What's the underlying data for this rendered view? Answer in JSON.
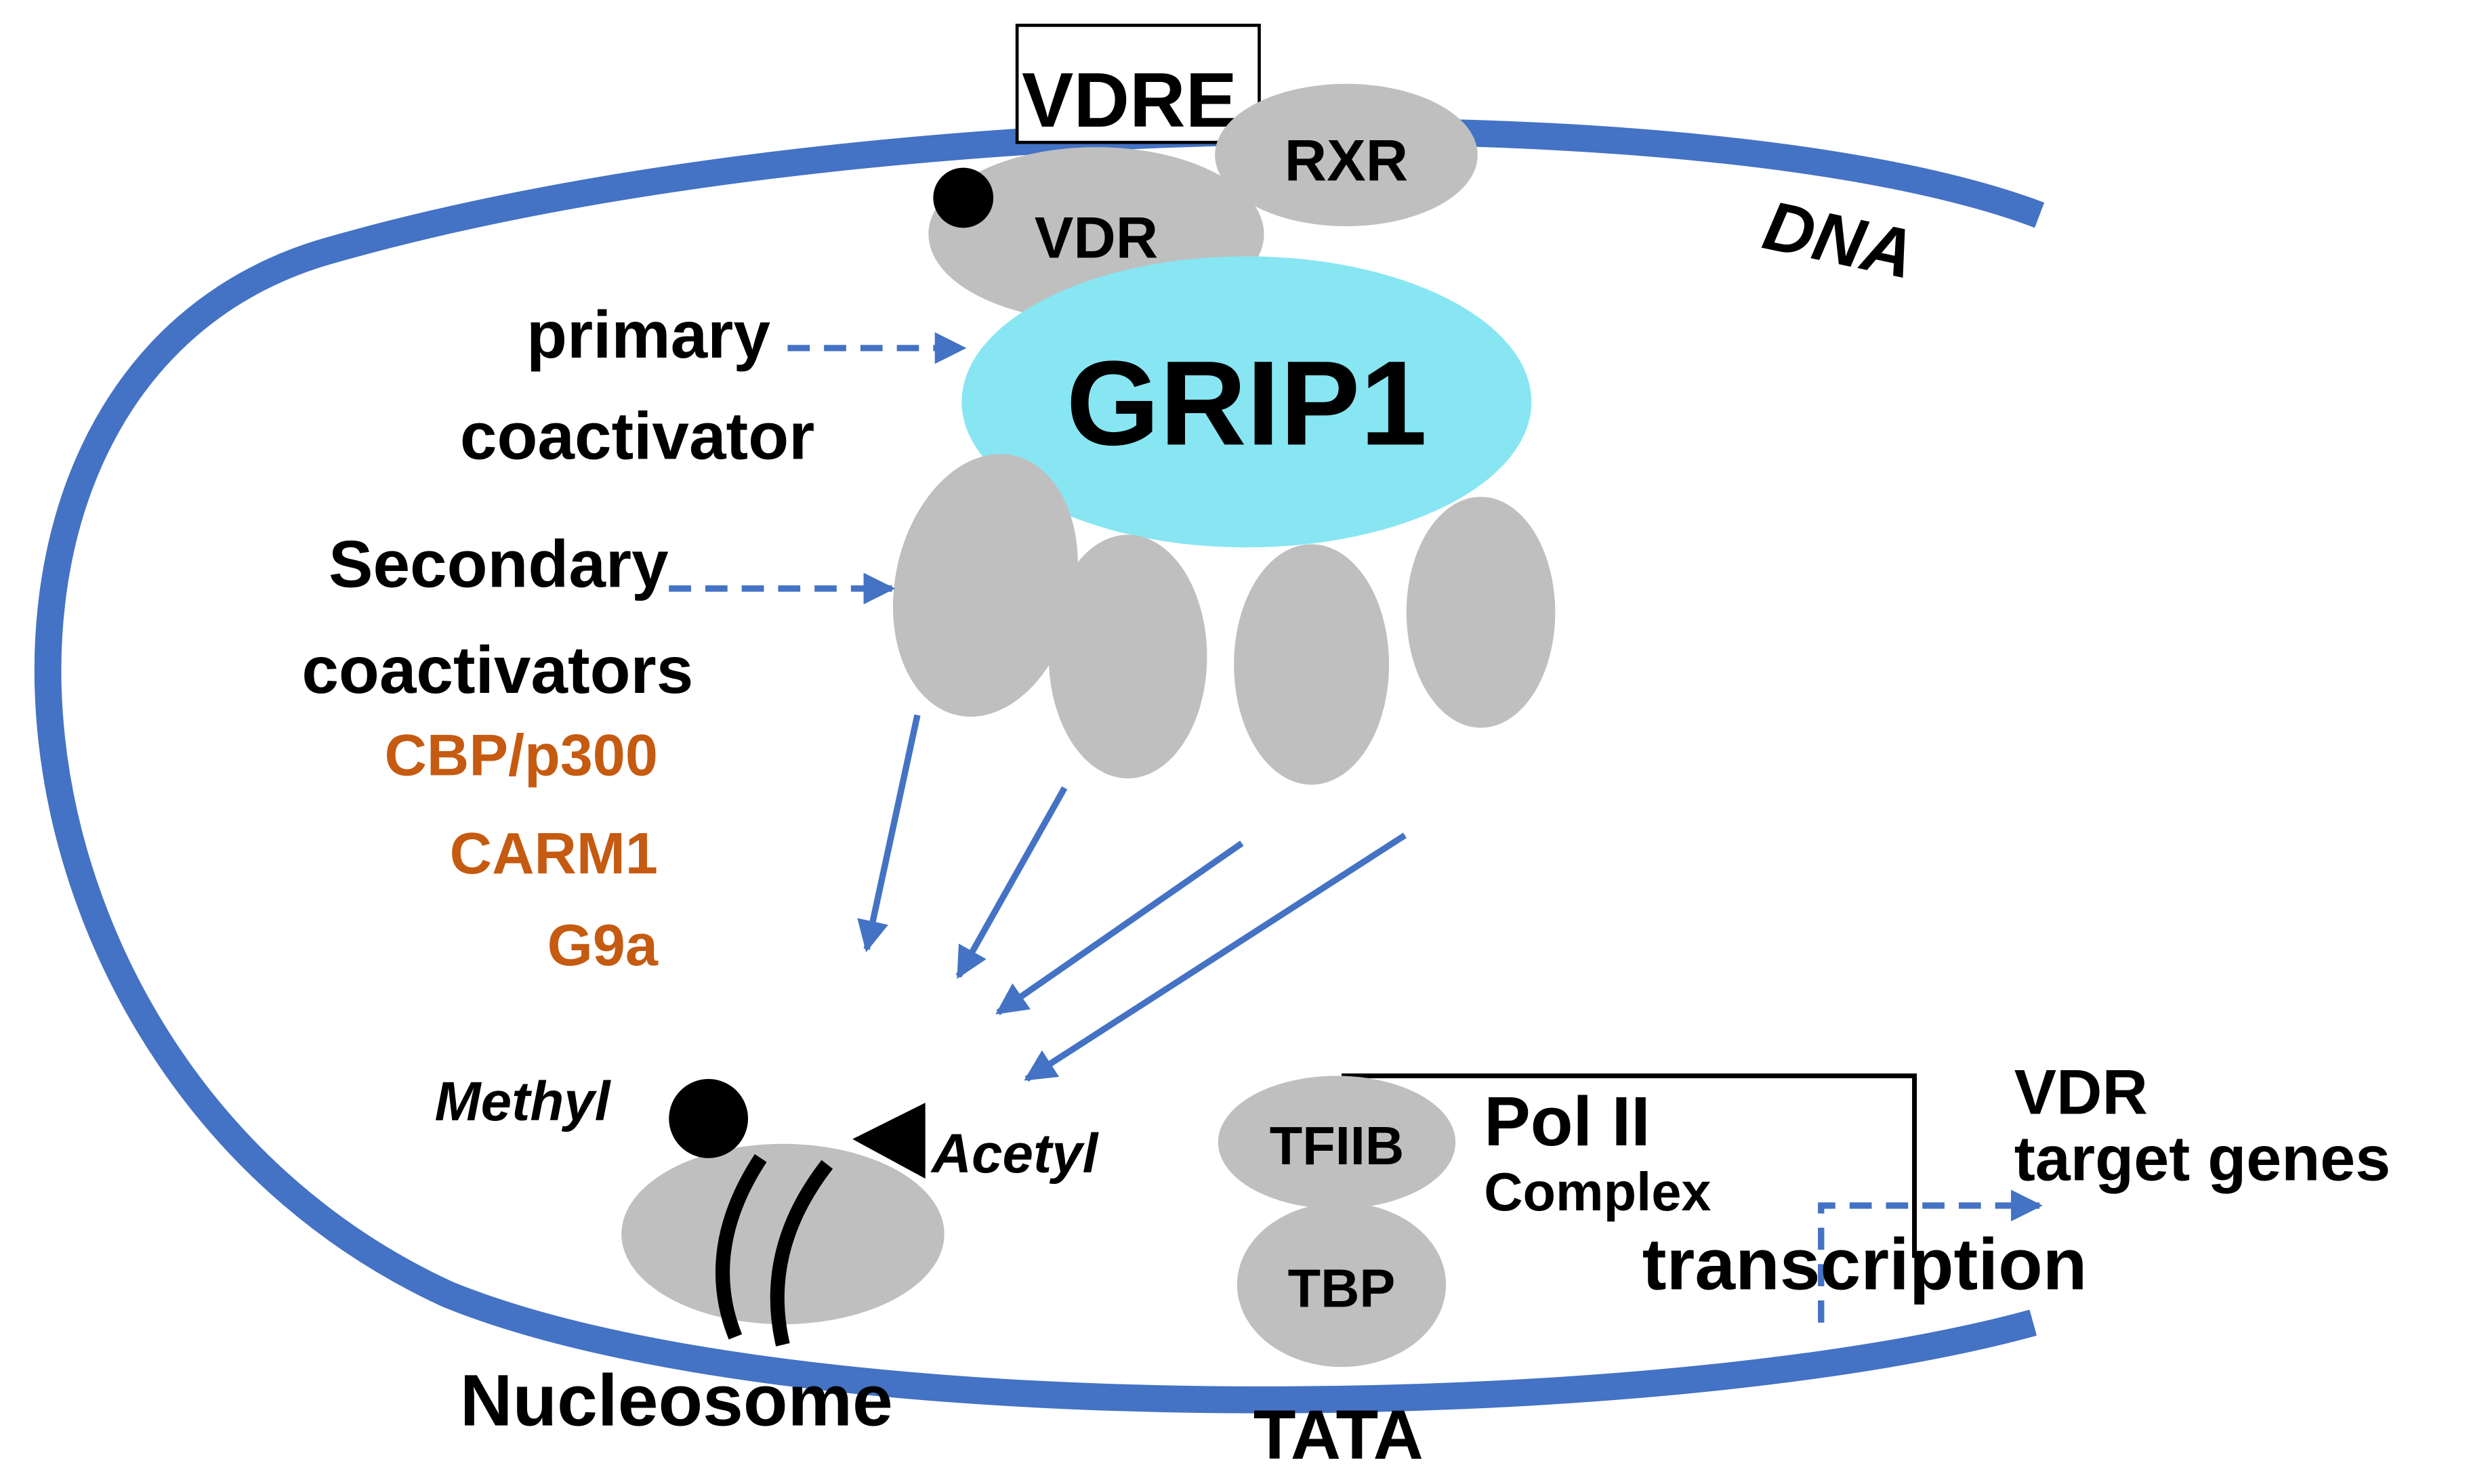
{
  "labels": {
    "vdre": "VDRE",
    "rxr": "RXR",
    "vdr": "VDR",
    "dna": "DNA",
    "grip1": "GRIP1",
    "primary_line1": "primary",
    "primary_line2": "coactivator",
    "secondary_line1": "Secondary",
    "secondary_line2": "coactivators",
    "cbp": "CBP/p300",
    "carm1": "CARM1",
    "g9a": "G9a",
    "methyl": "Methyl",
    "acetyl": "Acetyl",
    "nucleosome": "Nucleosome",
    "tfiib": "TFIIB",
    "tbp": "TBP",
    "tata": "TATA",
    "pol_line1": "Pol II",
    "pol_line2": "Complex",
    "transcription": "transcription",
    "target_line1": "VDR",
    "target_line2": "target genes"
  },
  "colors": {
    "dna": "#4472C4",
    "arrow": "#4472C4",
    "grip1": "#87E6F2",
    "protein": "#BFBFBF",
    "enzyme_text": "#C55A11",
    "text": "#000000"
  }
}
